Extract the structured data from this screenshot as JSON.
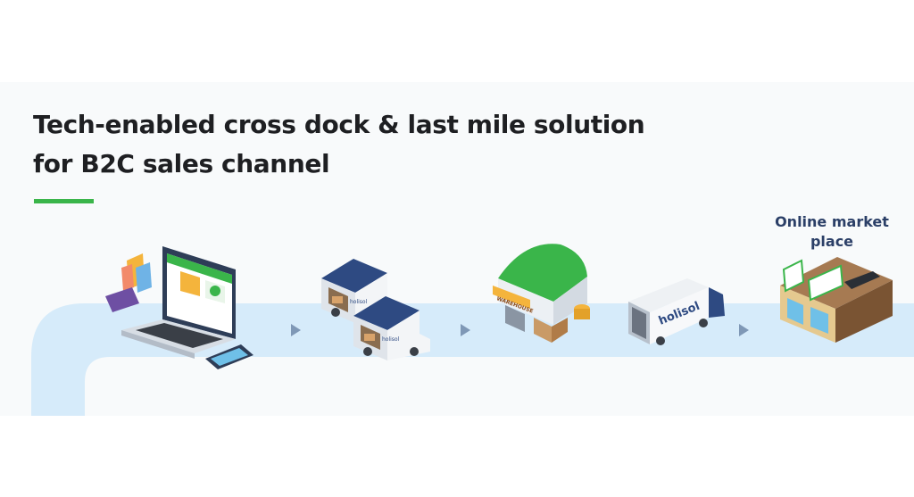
{
  "title": {
    "line1": "Tech-enabled cross dock & last mile solution",
    "line2": "for B2C sales channel"
  },
  "steps": [
    {
      "icon": "laptop-ecommerce-icon"
    },
    {
      "icon": "delivery-vans-icon",
      "brand": "holisol"
    },
    {
      "icon": "warehouse-icon",
      "sign": "WAREHOUSE"
    },
    {
      "icon": "delivery-truck-icon",
      "brand": "holisol"
    },
    {
      "icon": "storefront-icon"
    }
  ],
  "destination_label": "Online market place",
  "colors": {
    "track": "#d6ebfa",
    "accent": "#3ab54a",
    "arrow": "#7f98b6",
    "title": "#1e1f22",
    "label": "#2b3f67"
  }
}
